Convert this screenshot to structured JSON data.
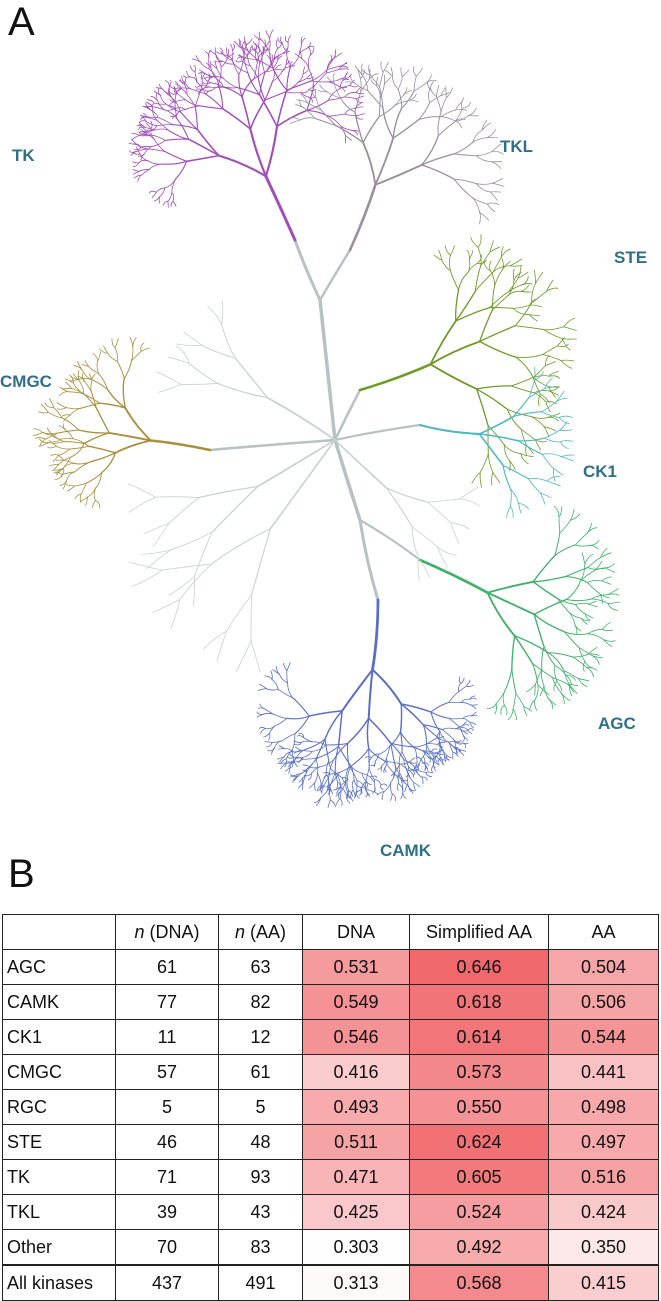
{
  "panels": {
    "a": "A",
    "b": "B"
  },
  "tree": {
    "families": [
      {
        "id": "tk",
        "label": "TK",
        "color": "#a04fb8"
      },
      {
        "id": "tkl",
        "label": "TKL",
        "color": "#9a8ea0"
      },
      {
        "id": "ste",
        "label": "STE",
        "color": "#6e9a2a"
      },
      {
        "id": "ck1",
        "label": "CK1",
        "color": "#4fb8c0"
      },
      {
        "id": "agc",
        "label": "AGC",
        "color": "#3fb06a"
      },
      {
        "id": "camk",
        "label": "CAMK",
        "color": "#5a6fc4"
      },
      {
        "id": "cmgc",
        "label": "CMGC",
        "color": "#a89040"
      }
    ],
    "trunk_color": "#b8c2c4",
    "other_color": "#c9d2d0"
  },
  "table": {
    "headers": {
      "name": "",
      "n_dna_italic": "n",
      "n_dna_rest": " (DNA)",
      "n_aa_italic": "n",
      "n_aa_rest": " (AA)",
      "dna": "DNA",
      "simp": "Simplified AA",
      "aa": "AA"
    },
    "rows": [
      {
        "name": "AGC",
        "n_dna": "61",
        "n_aa": "63",
        "dna": "0.531",
        "simp": "0.646",
        "aa": "0.504"
      },
      {
        "name": "CAMK",
        "n_dna": "77",
        "n_aa": "82",
        "dna": "0.549",
        "simp": "0.618",
        "aa": "0.506"
      },
      {
        "name": "CK1",
        "n_dna": "11",
        "n_aa": "12",
        "dna": "0.546",
        "simp": "0.614",
        "aa": "0.544"
      },
      {
        "name": "CMGC",
        "n_dna": "57",
        "n_aa": "61",
        "dna": "0.416",
        "simp": "0.573",
        "aa": "0.441"
      },
      {
        "name": "RGC",
        "n_dna": "5",
        "n_aa": "5",
        "dna": "0.493",
        "simp": "0.550",
        "aa": "0.498"
      },
      {
        "name": "STE",
        "n_dna": "46",
        "n_aa": "48",
        "dna": "0.511",
        "simp": "0.624",
        "aa": "0.497"
      },
      {
        "name": "TK",
        "n_dna": "71",
        "n_aa": "93",
        "dna": "0.471",
        "simp": "0.605",
        "aa": "0.516"
      },
      {
        "name": "TKL",
        "n_dna": "39",
        "n_aa": "43",
        "dna": "0.425",
        "simp": "0.524",
        "aa": "0.424"
      },
      {
        "name": "Other",
        "n_dna": "70",
        "n_aa": "83",
        "dna": "0.303",
        "simp": "0.492",
        "aa": "0.350"
      },
      {
        "name": "All kinases",
        "n_dna": "437",
        "n_aa": "491",
        "dna": "0.313",
        "simp": "0.568",
        "aa": "0.415"
      }
    ],
    "heat": {
      "low": 0.3,
      "high": 0.65,
      "low_color": "#ffffff",
      "high_color": "#f0666a"
    }
  }
}
